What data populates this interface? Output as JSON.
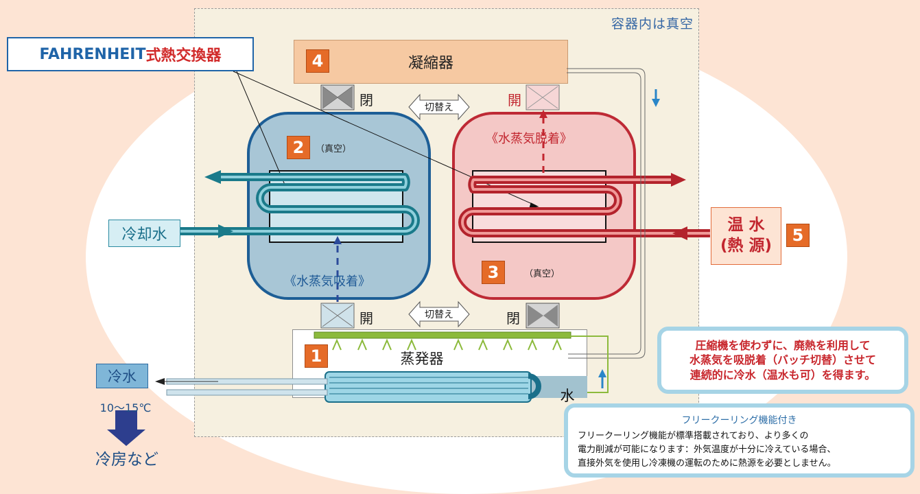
{
  "title": {
    "part1": "FAHRENHEIT",
    "part2": "式熱交換器"
  },
  "vacuum_label": "容器内は真空",
  "condenser": {
    "badge": "4",
    "label": "凝縮器"
  },
  "valves": {
    "top_left": "閉",
    "top_right": "開",
    "bottom_left": "開",
    "bottom_right": "閉",
    "switch_label": "切替え"
  },
  "left_chamber": {
    "badge": "2",
    "vacuum": "（真空）",
    "adsorption": "《水蒸気吸着》"
  },
  "right_chamber": {
    "badge": "3",
    "vacuum": "（真空）",
    "desorption": "《水蒸気脱着》"
  },
  "evaporator": {
    "badge": "1",
    "label": "蒸発器",
    "water": "水"
  },
  "coolant_label": "冷却水",
  "hot_water": {
    "line1": "温 水",
    "line2": "(熱 源)",
    "badge": "5"
  },
  "chilled_water": {
    "label": "冷水",
    "temp": "10〜15℃",
    "use": "冷房など"
  },
  "note_main": {
    "line1": "圧縮機を使わずに、廃熱を利用して",
    "line2": "水蒸気を吸脱着（バッチ切替）させて",
    "line3": "連続的に冷水（温水も可）を得ます。"
  },
  "note_freecooling": {
    "title": "フリークーリング機能付き",
    "line1": "フリークーリング機能が標準搭載されており、より多くの",
    "line2": "電力削減が可能になります：外気温度が十分に冷えている場合、",
    "line3": "直接外気を使用し冷凍機の運転のために熱源を必要としません。"
  },
  "colors": {
    "accent_blue": "#1f64a8",
    "accent_red": "#c2262f",
    "badge_orange": "#e56b28",
    "coolant_teal": "#1f8a9a"
  }
}
